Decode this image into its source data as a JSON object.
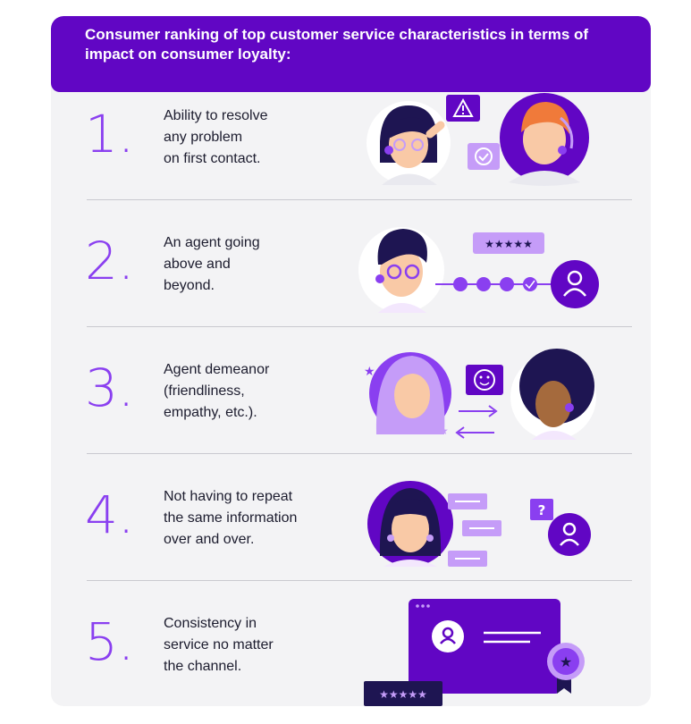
{
  "header": {
    "title": "Consumer ranking of top customer service characteristics in terms of impact on consumer loyalty:"
  },
  "items": [
    {
      "number": "1.",
      "text": "Ability to resolve\nany problem\non first contact."
    },
    {
      "number": "2.",
      "text": "An agent going\nabove and\nbeyond."
    },
    {
      "number": "3.",
      "text": "Agent demeanor\n(friendliness,\nempathy, etc.)."
    },
    {
      "number": "4.",
      "text": "Not having to repeat\nthe same information\nover and over."
    },
    {
      "number": "5.",
      "text": "Consistency in\nservice no matter\nthe channel."
    }
  ],
  "colors": {
    "primary": "#6106c4",
    "accent": "#8a3ff0",
    "light_accent": "#c59cf8",
    "dark_navy": "#1e1552"
  }
}
